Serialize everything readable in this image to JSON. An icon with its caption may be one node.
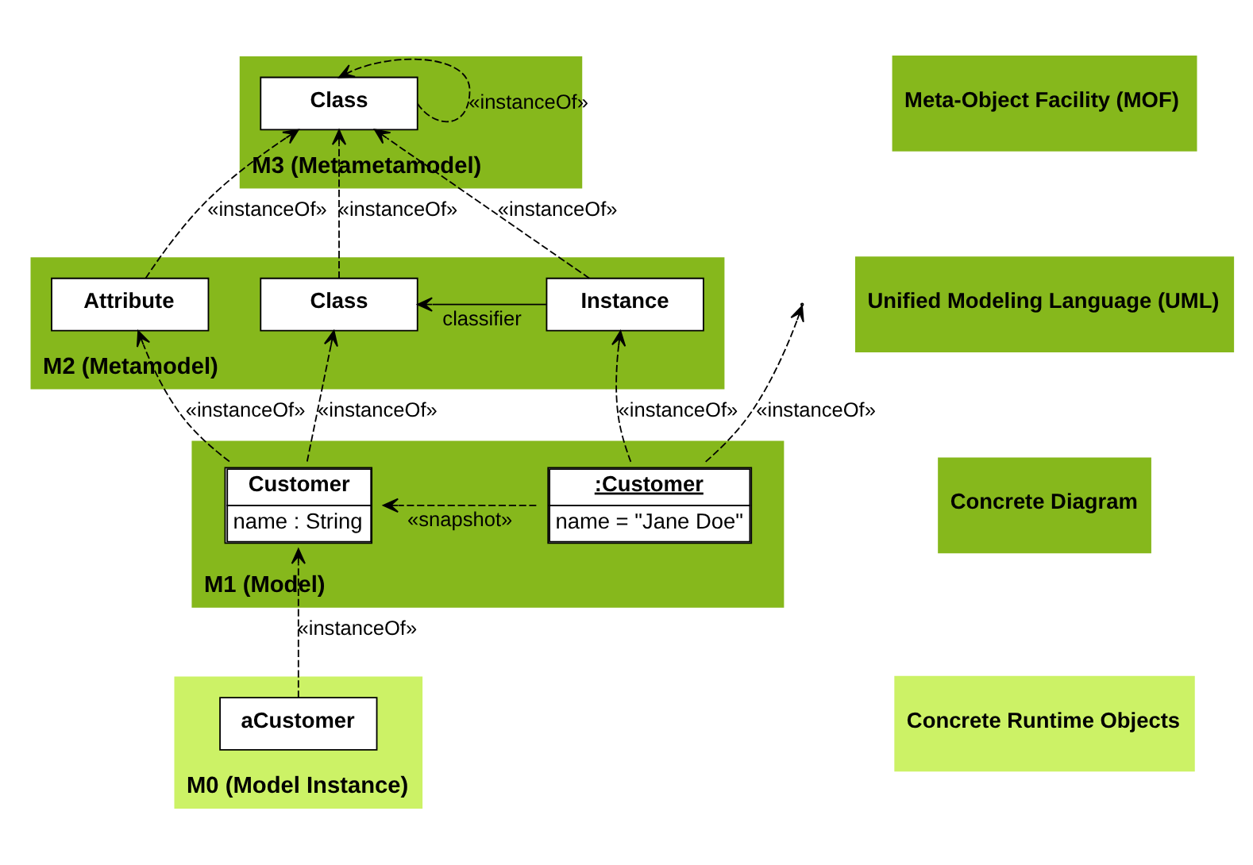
{
  "diagram": {
    "nodes": [
      {
        "text": [
          "M3 (Metametamodel)"
        ]
      },
      {
        "text": [
          "Class"
        ],
        "in": 0
      },
      {
        "text": [
          "Meta-Object Facility (MOF)"
        ]
      },
      {
        "text": [
          "M2 (Metamodel)"
        ]
      },
      {
        "text": [
          "Attribute"
        ],
        "in": 3
      },
      {
        "text": [
          "Class"
        ],
        "in": 3
      },
      {
        "text": [
          "Instance"
        ],
        "in": 3
      },
      {
        "text": [
          "Unified Modeling Language (UML)"
        ]
      },
      {
        "text": [
          "M1 (Model)"
        ]
      },
      {
        "text": [
          "Customer",
          "name : String"
        ],
        "in": 8
      },
      {
        "text": [
          ":Customer",
          "name = \"Jane Doe\""
        ],
        "in": 8
      },
      {
        "text": [
          "Concrete Diagram"
        ]
      },
      {
        "text": [
          "M0 (Model Instance)"
        ]
      },
      {
        "text": [
          "aCustomer"
        ],
        "in": 12
      },
      {
        "text": [
          "Concrete Runtime Objects"
        ]
      }
    ],
    "edges": [
      {
        "from": 1,
        "to": 1,
        "arrow": "to",
        "style": "dashed",
        "label": "«instanceOf»"
      },
      {
        "from": 4,
        "to": 1,
        "arrow": "to",
        "style": "dashed",
        "label": "«instanceOf»"
      },
      {
        "from": 5,
        "to": 1,
        "arrow": "to",
        "style": "dashed",
        "label": "«instanceOf»"
      },
      {
        "from": 6,
        "to": 1,
        "arrow": "to",
        "style": "dashed",
        "label": "«instanceOf»"
      },
      {
        "from": 6,
        "to": 5,
        "arrow": "to",
        "label": "classifier"
      },
      {
        "from": 9,
        "to": 4,
        "arrow": "to",
        "style": "dashed",
        "label": "«instanceOf»"
      },
      {
        "from": 9,
        "to": 5,
        "arrow": "to",
        "style": "dashed",
        "label": "«instanceOf»"
      },
      {
        "from": 10,
        "to": null,
        "arrow": "to",
        "style": "dashed",
        "label": "«instanceOf»"
      },
      {
        "from": 10,
        "to": 6,
        "arrow": "to",
        "style": "dashed",
        "label": "«instanceOf»"
      },
      {
        "from": 10,
        "to": 9,
        "arrow": "to",
        "style": "dashed",
        "label": "«snapshot»"
      },
      {
        "from": 13,
        "to": 9,
        "arrow": "to",
        "style": "dashed",
        "label": "«instanceOf»"
      }
    ]
  }
}
